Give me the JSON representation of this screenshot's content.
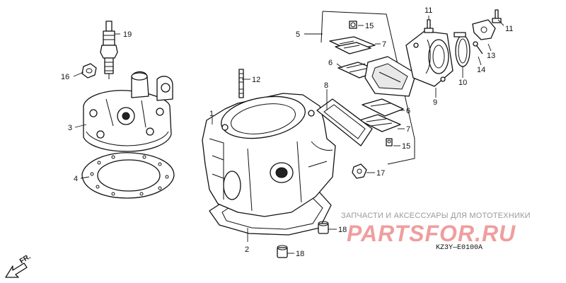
{
  "diagram": {
    "callouts": [
      {
        "id": "1",
        "label": "1"
      },
      {
        "id": "2",
        "label": "2"
      },
      {
        "id": "3",
        "label": "3"
      },
      {
        "id": "4",
        "label": "4"
      },
      {
        "id": "5",
        "label": "5"
      },
      {
        "id": "6a",
        "label": "6"
      },
      {
        "id": "6b",
        "label": "6"
      },
      {
        "id": "7a",
        "label": "7"
      },
      {
        "id": "7b",
        "label": "7"
      },
      {
        "id": "8",
        "label": "8"
      },
      {
        "id": "9",
        "label": "9"
      },
      {
        "id": "10",
        "label": "10"
      },
      {
        "id": "11a",
        "label": "11"
      },
      {
        "id": "11b",
        "label": "11"
      },
      {
        "id": "12",
        "label": "12"
      },
      {
        "id": "13",
        "label": "13"
      },
      {
        "id": "14",
        "label": "14"
      },
      {
        "id": "15a",
        "label": "15"
      },
      {
        "id": "15b",
        "label": "15"
      },
      {
        "id": "16",
        "label": "16"
      },
      {
        "id": "17",
        "label": "17"
      },
      {
        "id": "18a",
        "label": "18"
      },
      {
        "id": "18b",
        "label": "18"
      },
      {
        "id": "19",
        "label": "19"
      }
    ],
    "diagram_code": "KZ3Y—E0100A",
    "direction_label": "FR.",
    "watermark_text": "ЗАПЧАСТИ И АКСЕССУАРЫ ДЛЯ МОТОТЕХНИКИ",
    "watermark_logo": "PARTSFOR.RU",
    "colors": {
      "line": "#111111",
      "background": "#ffffff",
      "watermark_logo": "#dc2828",
      "watermark_text": "#9a9a9a"
    }
  }
}
